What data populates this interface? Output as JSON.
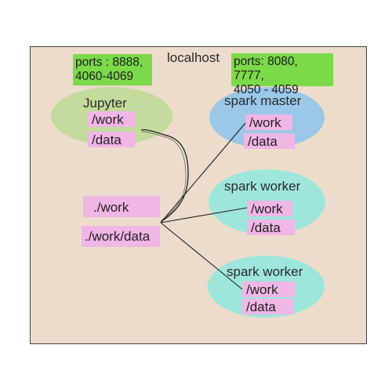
{
  "host_label": "localhost",
  "jupyter": {
    "title": "Jupyter",
    "mounts": [
      "/work",
      "/data"
    ],
    "ports": [
      "ports : 8888,",
      "4060-4069"
    ]
  },
  "spark_master": {
    "title": "spark master",
    "mounts": [
      "/work",
      "/data"
    ],
    "ports": [
      "ports: 8080, 7777,",
      "4050 - 4059"
    ]
  },
  "spark_worker_1": {
    "title": "spark worker",
    "mounts": [
      "/work",
      "/data"
    ]
  },
  "spark_worker_2": {
    "title": "spark worker",
    "mounts": [
      "/work",
      "/data"
    ]
  },
  "local_dirs": [
    "./work",
    "./work/data"
  ],
  "colors": {
    "host_background": "#ecdccb",
    "jupyter_fill": "#c3db9c",
    "spark_master_fill": "#9bc8e8",
    "spark_worker_fill": "#9ee6dc",
    "mount_tag": "#f0b6e6",
    "ports_note": "#7cd94a"
  }
}
